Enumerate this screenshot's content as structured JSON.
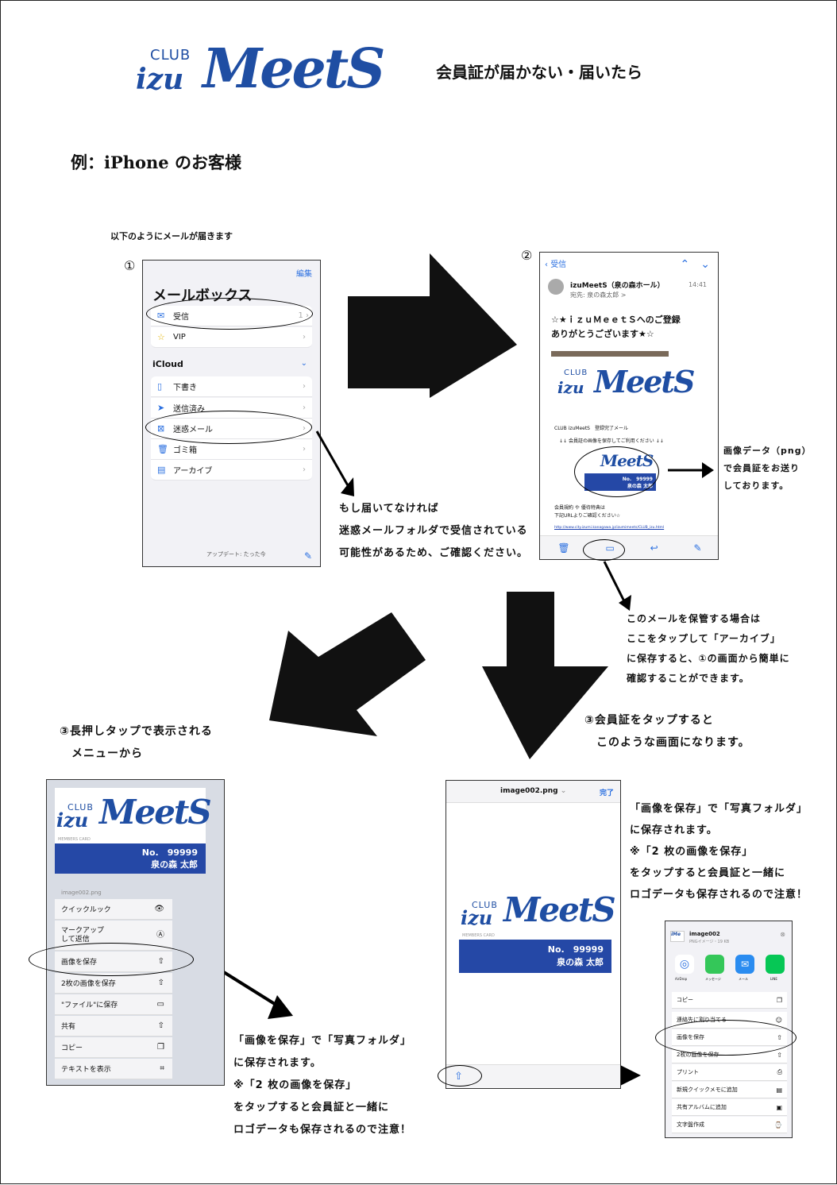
{
  "header": {
    "logo_club": "CLUB",
    "logo_izu": "izu",
    "logo_meets": "MeetS",
    "title": "会員証が届かない・届いたら"
  },
  "subtitle": "例：iPhone のお客様",
  "intro": "以下のようにメールが届きます",
  "step1": {
    "num": "①",
    "edit": "編集",
    "mailbox_title": "メールボックス",
    "items": [
      "受信",
      "VIP"
    ],
    "inbox_count": "1",
    "icloud_label": "iCloud",
    "icloud_items": [
      "下書き",
      "送信済み",
      "迷惑メール",
      "ゴミ箱",
      "アーカイブ"
    ],
    "footer": "アップデート: たった今"
  },
  "note1": [
    "もし届いてなければ",
    "迷惑メールフォルダで受信されている",
    "可能性があるため、ご確認ください。"
  ],
  "step2": {
    "num": "②",
    "back": "受信",
    "sender": "izuMeetS（泉の森ホール）",
    "time": "14:41",
    "to": "宛先: 泉の森太郎 >",
    "subject_1": "☆★ｉｚｕＭｅｅｔＳへのご登録",
    "subject_2": "ありがとうございます★☆",
    "body_1": "CLUB izuMeetS　登録完了メール",
    "body_2": "↓↓ 会員証の画像を保存してご利用ください ↓↓",
    "card_no": "No.　99999",
    "card_name": "泉の森 太郎",
    "body_3": "会員規約 や 優待特典は",
    "body_4": "下記URLよりご確認ください☆",
    "link": "http://www.city.izumi.kanagawa.jp/izumimeets/CLUB_izu.html"
  },
  "note_png": [
    "画像データ（png）",
    "で会員証をお送り",
    "しております。"
  ],
  "note_archive": [
    "このメールを保管する場合は",
    "ここをタップして「アーカイブ」",
    "に保存すると、①の画面から簡単に",
    "確認することができます。"
  ],
  "note3a": [
    "③長押しタップで表示される",
    "　メニューから"
  ],
  "note3b": [
    "③会員証をタップすると",
    "　このような画面になります。"
  ],
  "step3a": {
    "card_no": "No.　99999",
    "card_name": "泉の森 太郎",
    "members": "MEMBERS CARD",
    "filename": "image002.png",
    "menu": [
      {
        "label": "クイックルック",
        "icon": "👁"
      },
      {
        "label": "マークアップ\nして返信",
        "icon": "Ⓐ"
      },
      {
        "label": "画像を保存",
        "icon": "⇧"
      },
      {
        "label": "2枚の画像を保存",
        "icon": "⇧"
      },
      {
        "label": "\"ファイル\"に保存",
        "icon": "▭"
      },
      {
        "label": "共有",
        "icon": "⇧"
      },
      {
        "label": "コピー",
        "icon": "❐"
      },
      {
        "label": "テキストを表示",
        "icon": "⌗"
      }
    ]
  },
  "step3b": {
    "filename": "image002.png",
    "done": "完了",
    "card_no": "No.　99999",
    "card_name": "泉の森 太郎",
    "members": "MEMBERS CARD"
  },
  "note_save_right": [
    "「画像を保存」で「写真フォルダ」",
    "に保存されます。",
    "※「2 枚の画像を保存」",
    "をタップすると会員証と一緒に",
    "ロゴデータも保存されるので注意！"
  ],
  "note_save_left": [
    "「画像を保存」で「写真フォルダ」",
    "に保存されます。",
    "※「2 枚の画像を保存」",
    "をタップすると会員証と一緒に",
    "ロゴデータも保存されるので注意！"
  ],
  "share": {
    "title": "image002",
    "sub": "PNGイメージ・19 KB",
    "apps": [
      "AirDrop",
      "メッセージ",
      "メール",
      "LINE"
    ],
    "rows": [
      "コピー",
      "連絡先に割り当てる",
      "画像を保存",
      "2枚の画像を保存",
      "プリント",
      "新規クイックメモに追加",
      "共有アルバムに追加",
      "文字盤作成"
    ]
  }
}
